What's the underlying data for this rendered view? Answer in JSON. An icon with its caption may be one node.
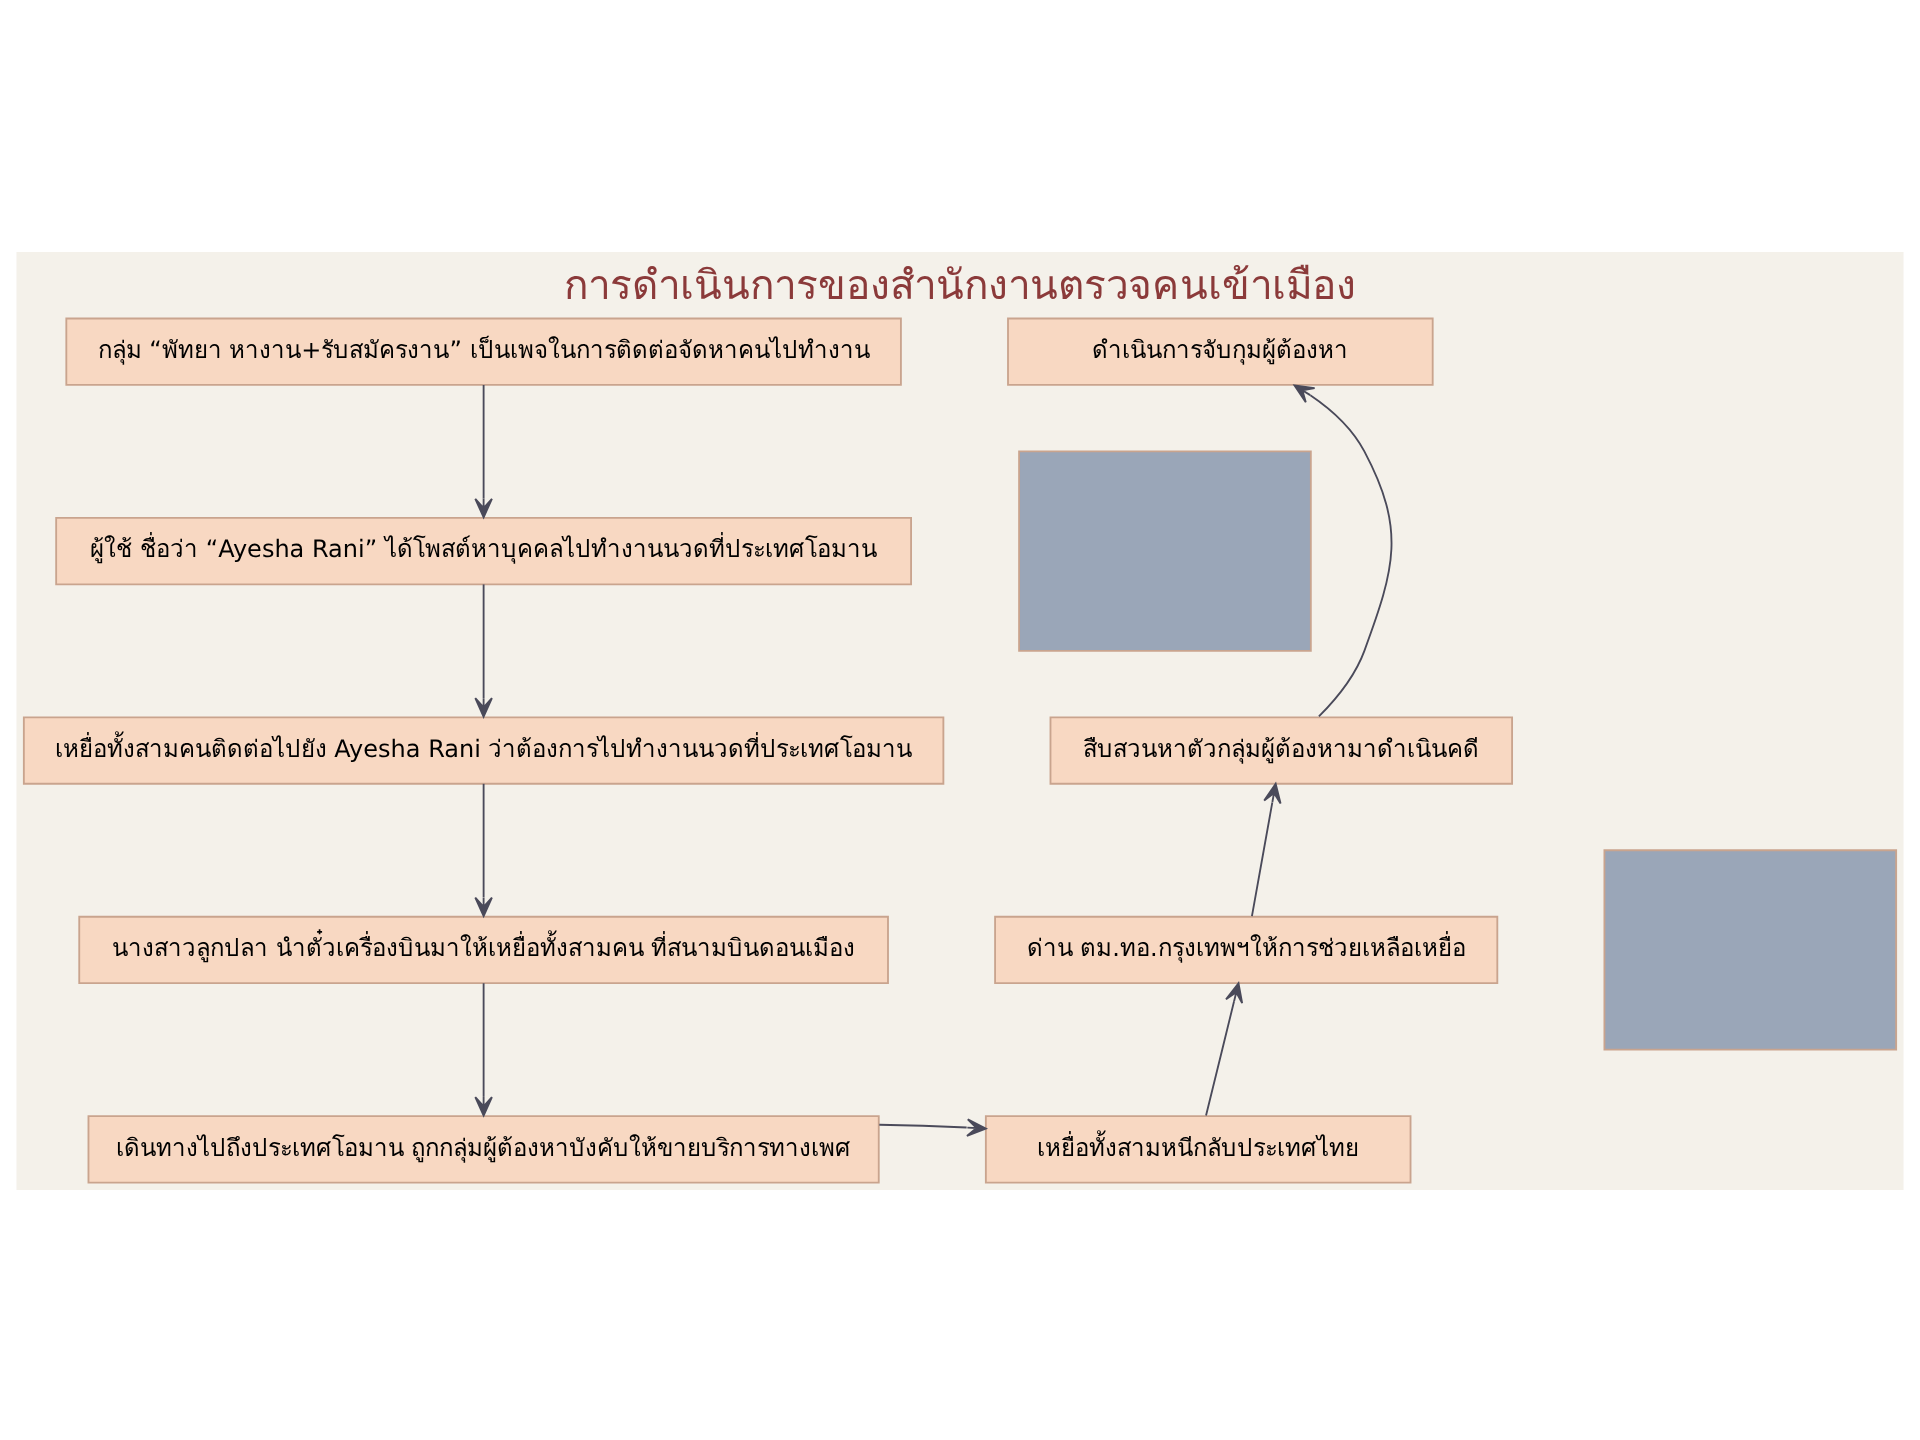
{
  "diagram": {
    "title": "การดำเนินการของสำนักงานตรวจคนเข้าเมือง",
    "nodes": [
      {
        "text": [
          "กลุ่ม “พัทยา หางาน+รับสมัครงาน” เป็นเพจในการติดต่อจัดหาคนไปทำงาน"
        ]
      },
      {
        "text": [
          "ผู้ใช้ ชื่อว่า “Ayesha Rani” ได้โพสต์หาบุคคลไปทำงานนวดที่ประเทศโอมาน"
        ]
      },
      {
        "text": [
          "เหยื่อทั้งสามคนติดต่อไปยัง Ayesha Rani ว่าต้องการไปทำงานนวดที่ประเทศโอมาน"
        ]
      },
      {
        "text": [
          "นางสาวลูกปลา นำตั๋วเครื่องบินมาให้เหยื่อทั้งสามคน ที่สนามบินดอนเมือง"
        ]
      },
      {
        "text": [
          "เดินทางไปถึงประเทศโอมาน ถูกกลุ่มผู้ต้องหาบังคับให้ขายบริการทางเพศ"
        ]
      },
      {
        "text": [
          "เหยื่อทั้งสามหนีกลับประเทศไทย"
        ]
      },
      {
        "text": [
          "ด่าน ตม.ทอ.กรุงเทพฯให้การช่วยเหลือเหยื่อ"
        ]
      },
      {
        "text": [
          "สืบสวนหาตัวกลุ่มผู้ต้องหามาดำเนินคดี"
        ]
      },
      {
        "text": [
          "ดำเนินการจับกุมผู้ต้องหา"
        ]
      },
      {
        "text": [],
        "shape": "box"
      },
      {
        "text": [],
        "shape": "box"
      }
    ],
    "edges": [
      {
        "from": 0,
        "to": 1,
        "arrow": "to"
      },
      {
        "from": 1,
        "to": 2,
        "arrow": "to"
      },
      {
        "from": 2,
        "to": 3,
        "arrow": "to"
      },
      {
        "from": 3,
        "to": 4,
        "arrow": "to"
      },
      {
        "from": 4,
        "to": 5,
        "arrow": "to"
      },
      {
        "from": 5,
        "to": 6,
        "arrow": "to"
      },
      {
        "from": 6,
        "to": 7,
        "arrow": "to"
      },
      {
        "from": 7,
        "to": 8,
        "arrow": "to"
      }
    ]
  }
}
